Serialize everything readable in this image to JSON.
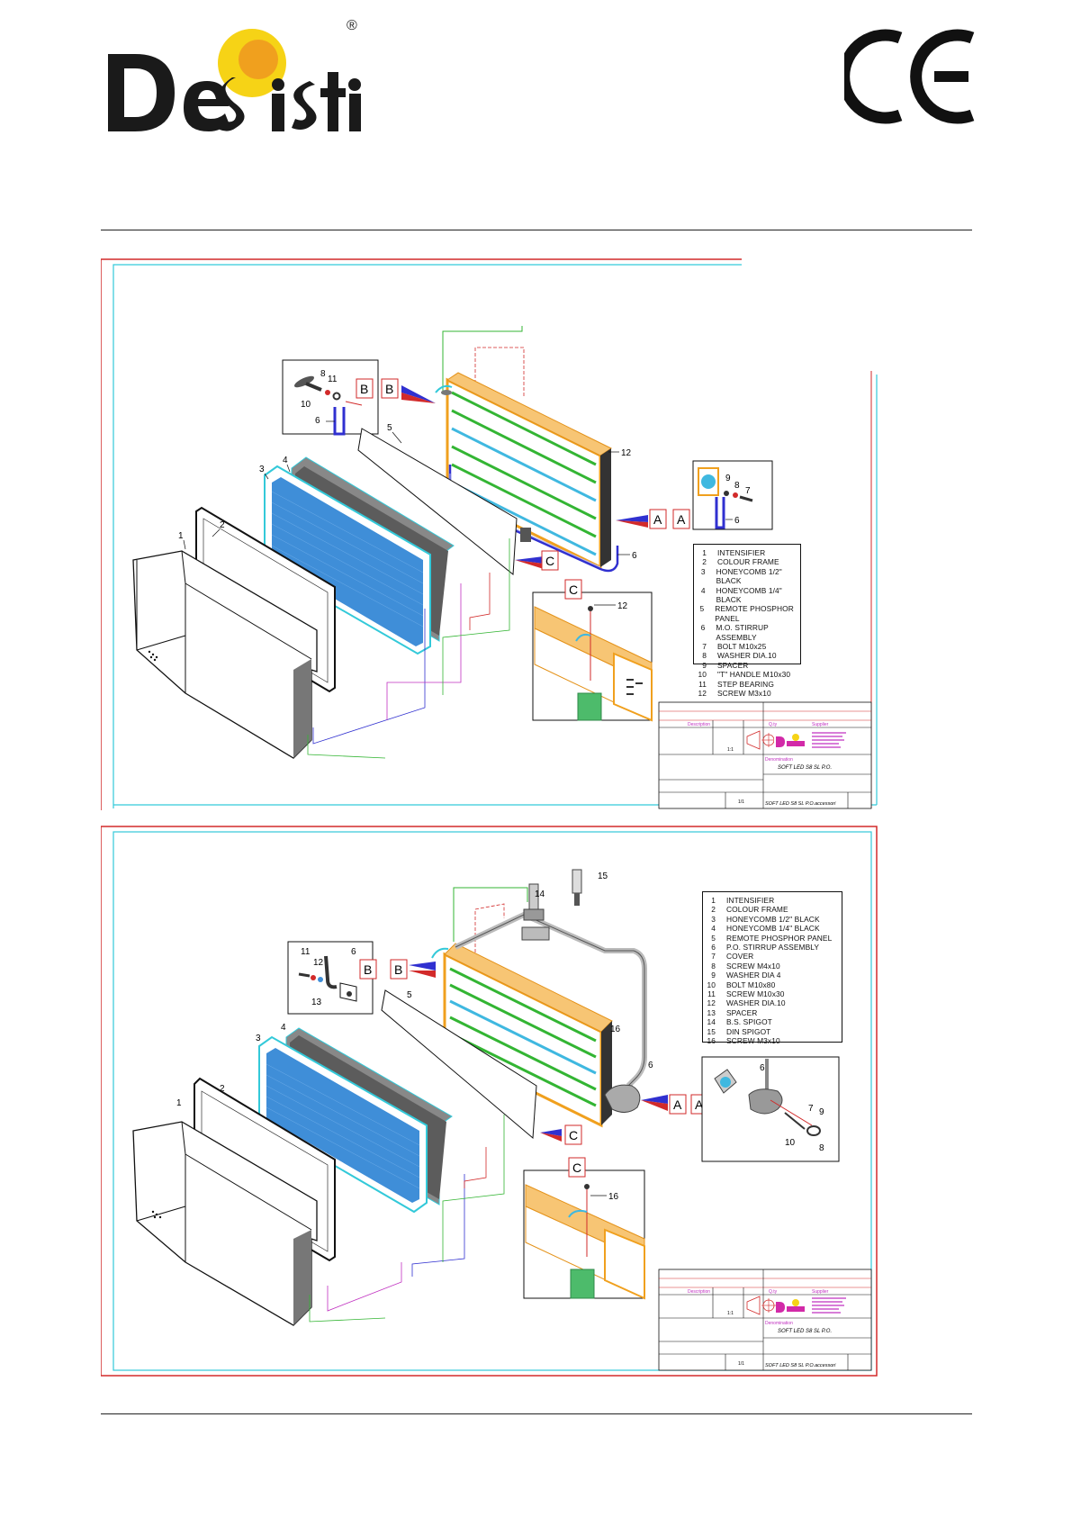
{
  "brand": {
    "name": "DeSisti",
    "registered": "®",
    "ce_mark": "CE"
  },
  "colors": {
    "logo_yellow": "#f6d316",
    "logo_orange": "#f0a01e",
    "frame_red": "#d22a2a",
    "frame_cyan": "#33c9d9",
    "honeycomb_blue": "#3f8ed8"
  },
  "drawings": [
    {
      "callouts": {
        "a1": "A",
        "a2": "A",
        "b1": "B",
        "b2": "B",
        "c1": "C",
        "c2": "C",
        "n1": "1",
        "n2": "2",
        "n3": "3",
        "n4": "4",
        "n5": "5",
        "n6": "6",
        "n6b": "6",
        "n6c": "6",
        "n7": "7",
        "n8": "8",
        "n8b": "8",
        "n9": "9",
        "n10": "10",
        "n11": "11",
        "n12": "12",
        "n12b": "12"
      },
      "parts": [
        {
          "no": "1",
          "name": "INTENSIFIER"
        },
        {
          "no": "2",
          "name": "COLOUR FRAME"
        },
        {
          "no": "3",
          "name": "HONEYCOMB 1/2\" BLACK"
        },
        {
          "no": "4",
          "name": "HONEYCOMB 1/4\" BLACK"
        },
        {
          "no": "5",
          "name": "REMOTE PHOSPHOR PANEL"
        },
        {
          "no": "6",
          "name": "M.O. STIRRUP ASSEMBLY"
        },
        {
          "no": "7",
          "name": "BOLT M10x25"
        },
        {
          "no": "8",
          "name": "WASHER DIA.10"
        },
        {
          "no": "9",
          "name": "SPACER"
        },
        {
          "no": "10",
          "name": "\"T\" HANDLE M10x30"
        },
        {
          "no": "11",
          "name": "STEP BEARING"
        },
        {
          "no": "12",
          "name": "SCREW M3x10"
        }
      ],
      "title_block": {
        "description": "Description",
        "qty": "Q.ty",
        "supplier": "Supplier",
        "scale": "1:1",
        "denomination": "Denomination",
        "name": "SOFT LED S8 SL P.O.",
        "file": "SOFT LED S8 SL P.O.accessori",
        "sheet": "1/1"
      }
    },
    {
      "callouts": {
        "a1": "A",
        "a2": "A",
        "b1": "B",
        "b2": "B",
        "c1": "C",
        "c2": "C",
        "n1": "1",
        "n2": "2",
        "n3": "3",
        "n4": "4",
        "n5": "5",
        "n6": "6",
        "n6b": "6",
        "n6c": "6",
        "n7": "7",
        "n8": "8",
        "n9": "9",
        "n10": "10",
        "n11": "11",
        "n12": "12",
        "n13": "13",
        "n14": "14",
        "n15": "15",
        "n16": "16",
        "n16b": "16"
      },
      "parts": [
        {
          "no": "1",
          "name": "INTENSIFIER"
        },
        {
          "no": "2",
          "name": "COLOUR FRAME"
        },
        {
          "no": "3",
          "name": "HONEYCOMB 1/2\" BLACK"
        },
        {
          "no": "4",
          "name": "HONEYCOMB 1/4\" BLACK"
        },
        {
          "no": "5",
          "name": "REMOTE PHOSPHOR PANEL"
        },
        {
          "no": "6",
          "name": "P.O. STIRRUP ASSEMBLY"
        },
        {
          "no": "7",
          "name": "COVER"
        },
        {
          "no": "8",
          "name": "SCREW M4x10"
        },
        {
          "no": "9",
          "name": "WASHER DIA 4"
        },
        {
          "no": "10",
          "name": "BOLT M10x80"
        },
        {
          "no": "11",
          "name": "SCREW M10x30"
        },
        {
          "no": "12",
          "name": "WASHER DIA.10"
        },
        {
          "no": "13",
          "name": "SPACER"
        },
        {
          "no": "14",
          "name": "B.S. SPIGOT"
        },
        {
          "no": "15",
          "name": "DIN SPIGOT"
        },
        {
          "no": "16",
          "name": "SCREW M3x10"
        }
      ],
      "title_block": {
        "description": "Description",
        "qty": "Q.ty",
        "supplier": "Supplier",
        "scale": "1:1",
        "denomination": "Denomination",
        "name": "SOFT LED S8 SL P.O.",
        "file": "SOFT LED S8 SL P.O.accessori",
        "sheet": "1/1"
      }
    }
  ]
}
